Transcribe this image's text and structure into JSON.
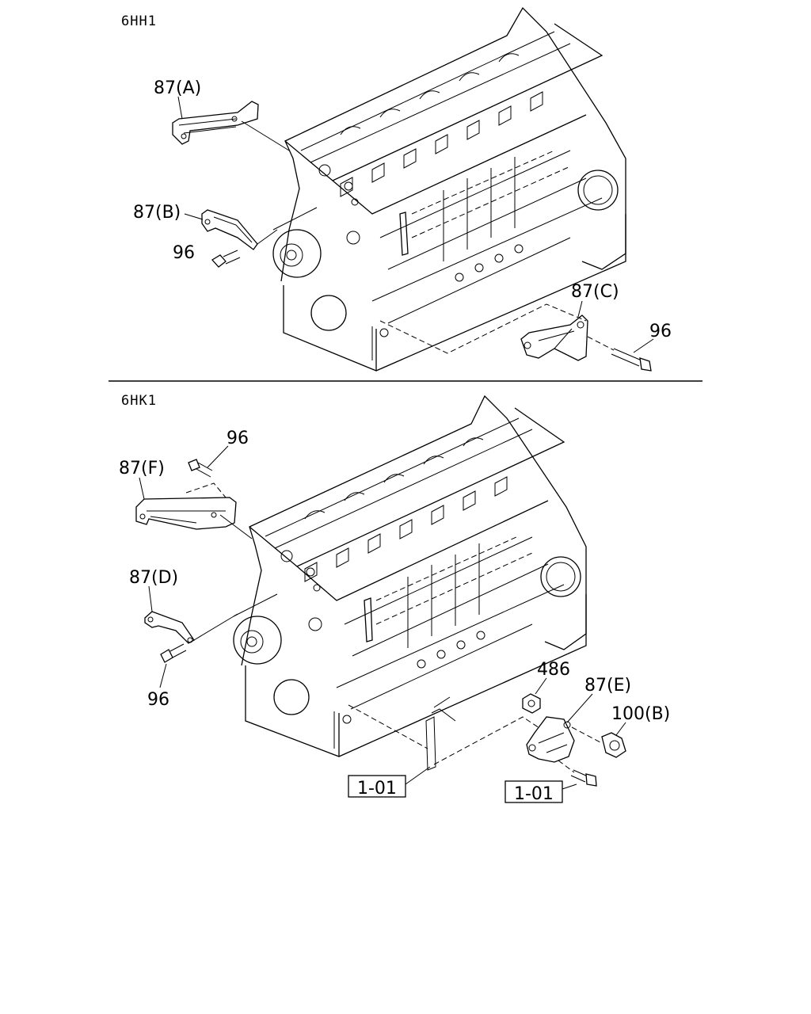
{
  "sections": [
    {
      "engine": "6HH1",
      "labels": {
        "a": "87(A)",
        "b": "87(B)",
        "bolt_left": "96",
        "c": "87(C)",
        "bolt_right": "96"
      }
    },
    {
      "engine": "6HK1",
      "labels": {
        "bolt_top": "96",
        "f": "87(F)",
        "d": "87(D)",
        "bolt_left": "96",
        "nut": "486",
        "e": "87(E)",
        "sensor": "100(B)",
        "ref_left": "1-01",
        "ref_right": "1-01"
      }
    }
  ]
}
